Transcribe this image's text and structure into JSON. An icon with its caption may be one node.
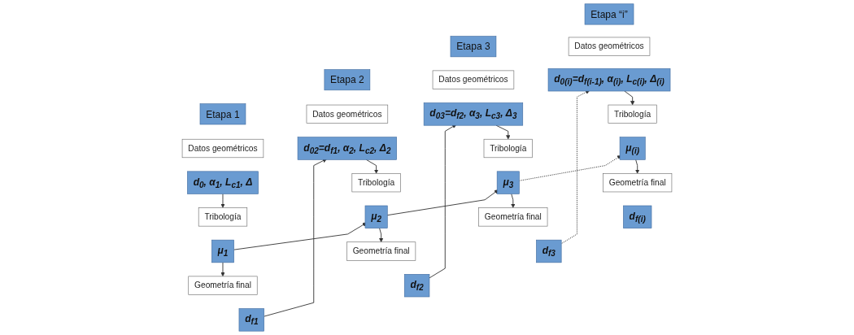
{
  "diagram": {
    "nodes": [
      {
        "text": [
          "Etapa 1"
        ]
      },
      {
        "text": [
          "Datos geométricos"
        ]
      },
      {
        "text": [
          "d$_{0}$, α$_{1}$, L$_{c1}$, Δ"
        ]
      },
      {
        "text": [
          "Tribología"
        ]
      },
      {
        "text": [
          "μ$_{1}$"
        ]
      },
      {
        "text": [
          "Geometría final"
        ]
      },
      {
        "text": [
          "d$_{f1}$"
        ]
      },
      {
        "text": [
          "Etapa 2"
        ]
      },
      {
        "text": [
          "Datos geométricos"
        ]
      },
      {
        "text": [
          "d$_{02}$=d$_{f1}$, α$_{2}$, L$_{c2}$, Δ$_{2}$"
        ]
      },
      {
        "text": [
          "Tribología"
        ]
      },
      {
        "text": [
          "μ$_{2}$"
        ]
      },
      {
        "text": [
          "Geometría final"
        ]
      },
      {
        "text": [
          "d$_{f2}$"
        ]
      },
      {
        "text": [
          "Etapa 3"
        ]
      },
      {
        "text": [
          "Datos geométricos"
        ]
      },
      {
        "text": [
          "d$_{03}$=d$_{f2}$, α$_{3}$, L$_{c3}$, Δ$_{3}$"
        ]
      },
      {
        "text": [
          "Tribología"
        ]
      },
      {
        "text": [
          "μ$_{3}$"
        ]
      },
      {
        "text": [
          "Geometría final"
        ]
      },
      {
        "text": [
          "d$_{f3}$"
        ]
      },
      {
        "text": [
          "Etapa “i”"
        ]
      },
      {
        "text": [
          "Datos geométricos"
        ]
      },
      {
        "text": [
          "d$_{0(i)}$=d$_{f(i-1)}$, α$_{(i)}$, L$_{c(i)}$, Δ$_{(i)}$"
        ]
      },
      {
        "text": [
          "Tribología"
        ]
      },
      {
        "text": [
          "μ$_{(i)}$"
        ]
      },
      {
        "text": [
          "Geometría final"
        ]
      },
      {
        "text": [
          "d$_{f(i)}$"
        ]
      }
    ],
    "edges": [
      {
        "from": 2,
        "to": 3,
        "arrow": "to"
      },
      {
        "from": 4,
        "to": 5,
        "arrow": "to"
      },
      {
        "from": 6,
        "to": 9,
        "arrow": "to"
      },
      {
        "from": 4,
        "to": 11,
        "arrow": "to"
      },
      {
        "from": 9,
        "to": 10,
        "arrow": "to"
      },
      {
        "from": 11,
        "to": 12,
        "arrow": "to"
      },
      {
        "from": 13,
        "to": 16,
        "arrow": "to"
      },
      {
        "from": 11,
        "to": 18,
        "arrow": "to"
      },
      {
        "from": 16,
        "to": 17,
        "arrow": "to"
      },
      {
        "from": 18,
        "to": 19,
        "arrow": "to"
      },
      {
        "from": 20,
        "to": 23,
        "arrow": "to",
        "style": "dashed"
      },
      {
        "from": 18,
        "to": 25,
        "arrow": "to",
        "style": "dashed"
      },
      {
        "from": 23,
        "to": 24,
        "arrow": "to"
      },
      {
        "from": 25,
        "to": 26,
        "arrow": "to"
      }
    ]
  }
}
